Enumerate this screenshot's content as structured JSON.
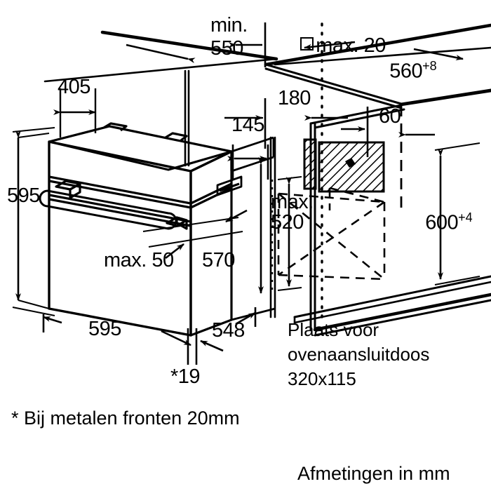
{
  "document": {
    "type": "technical-installation-drawing",
    "subject": "built-in oven niche dimensions",
    "language": "nl",
    "units_note": "Afmetingen in mm",
    "footnote": "* Bij metalen fronten 20mm"
  },
  "colors": {
    "line": "#000000",
    "background": "#ffffff",
    "hatch": "#000000"
  },
  "dimensions": {
    "min_550_line1": "min.",
    "min_550_line2": "550",
    "max_20": "max. 20",
    "n_560": "560",
    "n_560_tol": "+8",
    "n_405": "405",
    "n_180": "180",
    "n_145": "145",
    "n_60": "60",
    "n_595_height": "595",
    "n_595_width": "595",
    "n_570": "570",
    "n_548": "548",
    "n_19": "*19",
    "max_50": "max. 50",
    "max_520_line1": "max.",
    "max_520_line2": "520",
    "n_600": "600",
    "n_600_tol": "+4"
  },
  "annotations": {
    "junction_box_line1": "Plaats voor",
    "junction_box_line2": "ovenaansluitdoos",
    "junction_box_line3": "320x115",
    "metal_front_note": "* Bij metalen fronten 20mm",
    "units": "Afmetingen in mm"
  },
  "chart_data": {
    "type": "table",
    "title": "Inbouwmaten oven",
    "categories": [
      "min. 550",
      "max. 20",
      "560+8",
      "405",
      "180",
      "145",
      "60",
      "595 (hoogte)",
      "595 (breedte)",
      "570",
      "548",
      "*19",
      "max. 50",
      "max. 520",
      "600+4",
      "320x115"
    ],
    "values": [
      550,
      20,
      560,
      405,
      180,
      145,
      60,
      595,
      595,
      570,
      548,
      19,
      50,
      520,
      600,
      320
    ],
    "xlabel": "",
    "ylabel": "mm",
    "notes": [
      "* Bij metalen fronten 20mm",
      "Afmetingen in mm",
      "Plaats voor ovenaansluitdoos 320x115"
    ]
  }
}
